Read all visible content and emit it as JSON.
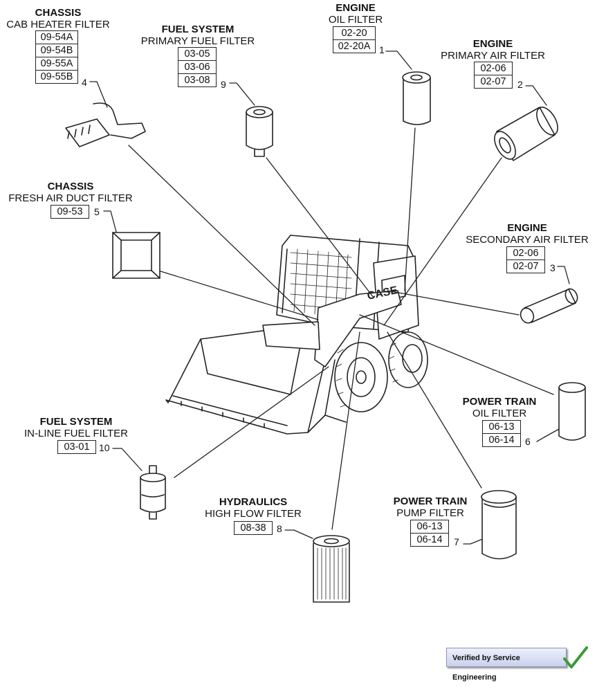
{
  "callouts": [
    {
      "id": "1",
      "system": "ENGINE",
      "name": "OIL FILTER",
      "codes": [
        "02-20",
        "02-20A"
      ],
      "number": "1"
    },
    {
      "id": "2",
      "system": "ENGINE",
      "name": "PRIMARY AIR FILTER",
      "codes": [
        "02-06",
        "02-07"
      ],
      "number": "2"
    },
    {
      "id": "3",
      "system": "ENGINE",
      "name": "SECONDARY AIR FILTER",
      "codes": [
        "02-06",
        "02-07"
      ],
      "number": "3"
    },
    {
      "id": "4",
      "system": "CHASSIS",
      "name": "CAB HEATER FILTER",
      "codes": [
        "09-54A",
        "09-54B",
        "09-55A",
        "09-55B"
      ],
      "number": "4"
    },
    {
      "id": "5",
      "system": "CHASSIS",
      "name": "FRESH AIR DUCT FILTER",
      "codes": [
        "09-53"
      ],
      "number": "5"
    },
    {
      "id": "6",
      "system": "POWER TRAIN",
      "name": "OIL FILTER",
      "codes": [
        "06-13",
        "06-14"
      ],
      "number": "6"
    },
    {
      "id": "7",
      "system": "POWER TRAIN",
      "name": "PUMP FILTER",
      "codes": [
        "06-13",
        "06-14"
      ],
      "number": "7"
    },
    {
      "id": "8",
      "system": "HYDRAULICS",
      "name": "HIGH FLOW FILTER",
      "codes": [
        "08-38"
      ],
      "number": "8"
    },
    {
      "id": "9",
      "system": "FUEL SYSTEM",
      "name": "PRIMARY FUEL FILTER",
      "codes": [
        "03-05",
        "03-06",
        "03-08"
      ],
      "number": "9"
    },
    {
      "id": "10",
      "system": "FUEL SYSTEM",
      "name": "IN-LINE FUEL FILTER",
      "codes": [
        "03-01"
      ],
      "number": "10"
    }
  ],
  "machine_brand": "CASE",
  "badge": {
    "text": "Verified by Service Engineering",
    "icon": "check-mark-icon",
    "color": "#3a9a3a"
  }
}
